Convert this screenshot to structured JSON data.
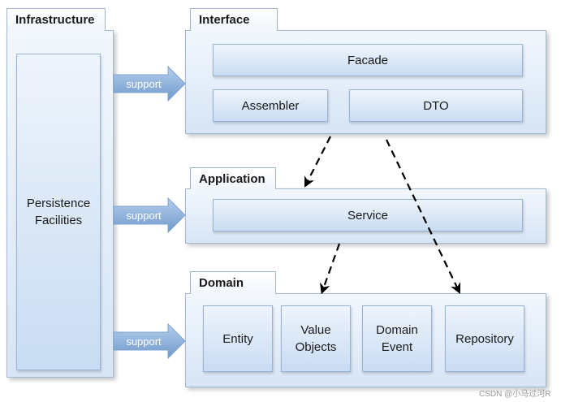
{
  "infrastructure": {
    "title": "Infrastructure",
    "persistence": "Persistence\nFacilities"
  },
  "interface": {
    "title": "Interface",
    "facade": "Facade",
    "assembler": "Assembler",
    "dto": "DTO"
  },
  "application": {
    "title": "Application",
    "service": "Service"
  },
  "domain": {
    "title": "Domain",
    "entity": "Entity",
    "value_objects": "Value\nObjects",
    "domain_event": "Domain\nEvent",
    "repository": "Repository"
  },
  "arrows": {
    "support_label": "support"
  },
  "colors": {
    "panel_top": "#f2f7fd",
    "panel_bottom": "#d7e5f6",
    "box_top": "#eef4fc",
    "box_bottom": "#c9dcf3",
    "border": "#a4bad2",
    "arrow_fill": "#8fb3dc",
    "dash": "#000000"
  },
  "watermark": "CSDN @小马过河R"
}
